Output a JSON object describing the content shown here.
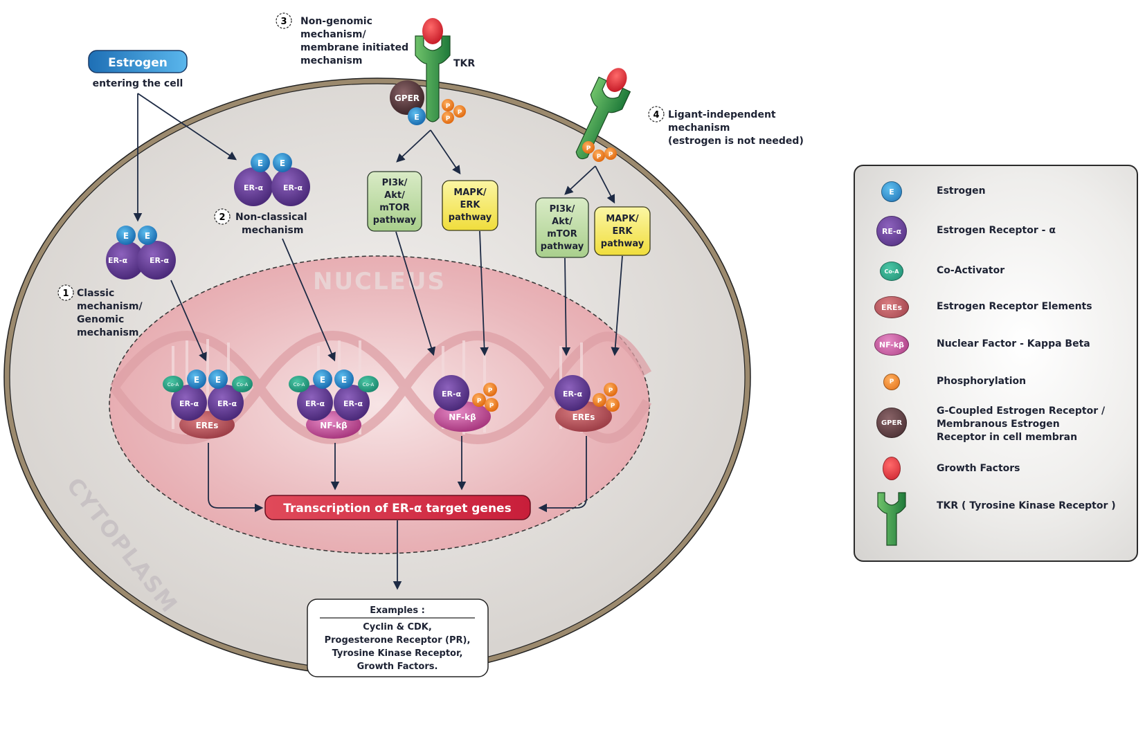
{
  "estrogen_entry": {
    "badge": "Estrogen",
    "caption": "entering the cell"
  },
  "mechanisms": [
    {
      "number": "1",
      "lines": [
        "Classic",
        "mechanism/",
        "Genomic",
        "mechanism"
      ]
    },
    {
      "number": "2",
      "lines": [
        "Non-classical",
        "mechanism"
      ]
    },
    {
      "number": "3",
      "lines": [
        "Non-genomic",
        "mechanism/",
        "membrane initiated",
        "mechanism"
      ]
    },
    {
      "number": "4",
      "lines": [
        "Ligant-independent",
        "mechanism",
        "(estrogen is not needed)"
      ]
    }
  ],
  "compartments": {
    "nucleus": "NUCLEUS",
    "cytoplasm": "CYTOPLASM"
  },
  "molecules": {
    "estrogen": "E",
    "er_alpha": "ER-α",
    "co_activator": "Co-A",
    "eres": "EREs",
    "nfkb": "NF-kβ",
    "phospho": "P",
    "gper": "GPER",
    "tkr": "TKR"
  },
  "pathways": {
    "pi3k": [
      "PI3k/",
      "Akt/",
      "mTOR",
      "pathway"
    ],
    "mapk": [
      "MAPK/",
      "ERK",
      "pathway"
    ]
  },
  "transcription": "Transcription of ER-α target genes",
  "examples": {
    "title": "Examples :",
    "items": [
      "Cyclin & CDK,",
      "Progesterone Receptor (PR),",
      "Tyrosine Kinase Receptor,",
      "Growth Factors."
    ]
  },
  "legend": {
    "items": [
      {
        "icon": "E",
        "label": "Estrogen"
      },
      {
        "icon": "RE-α",
        "label": "Estrogen Receptor - α"
      },
      {
        "icon": "Co-A",
        "label": "Co-Activator"
      },
      {
        "icon": "EREs",
        "label": "Estrogen Receptor Elements"
      },
      {
        "icon": "NF-kβ",
        "label": "Nuclear Factor - Kappa Beta"
      },
      {
        "icon": "P",
        "label": "Phosphorylation"
      },
      {
        "icon": "GPER",
        "label": "G-Coupled Estrogen Receptor /\nMembranous Estrogen\nReceptor in cell membran"
      },
      {
        "icon": "",
        "label": "Growth Factors"
      },
      {
        "icon": "",
        "label": "TKR ( Tyrosine Kinase Receptor )"
      }
    ]
  },
  "colors": {
    "estrogen": "#2f8fd0",
    "er_alpha": "#6a3f9a",
    "co_activator": "#2aa58a",
    "eres": "#b9555c",
    "nfkb": "#c8559e",
    "phospho": "#f08a2a",
    "gper": "#5a3a3e",
    "growth_factor": "#e0303c",
    "tkr": "#2f9a4a",
    "pi3k_box": "#c6deb0",
    "mapk_box": "#f6ee7a",
    "transcription": "#d9304a",
    "membrane": "#9c8a6e",
    "cytoplasm": "#e2dfdc",
    "nucleus": "#eec9cc"
  }
}
